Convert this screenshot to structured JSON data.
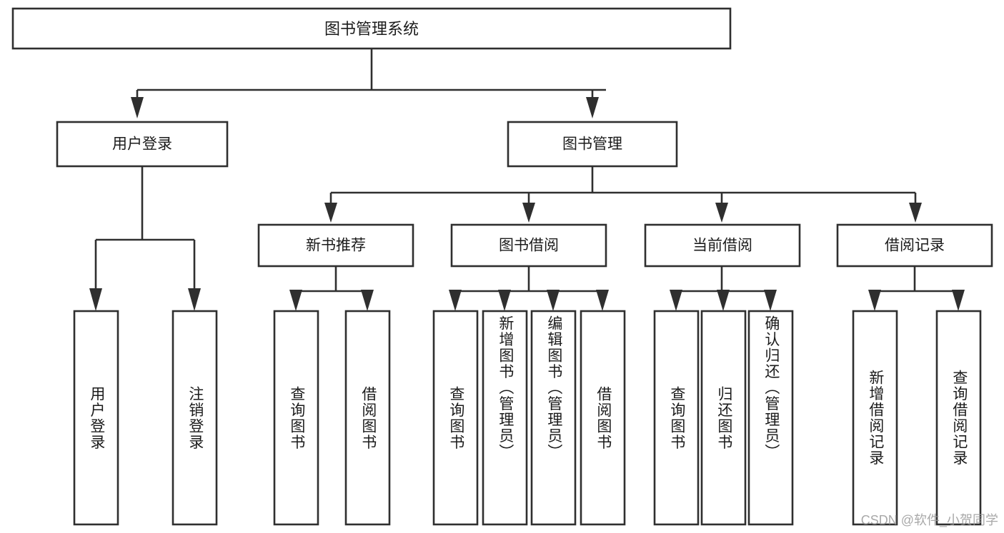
{
  "diagram": {
    "title": "图书管理系统",
    "type": "tree-hierarchy-chart",
    "watermark": "CSDN @软件_小贺同学",
    "colors": {
      "stroke": "#2f2f2f",
      "node_fill": "#ffffff",
      "text": "#1b1b1b",
      "background": "#ffffff",
      "watermark": "#9a9a9a"
    }
  },
  "nodes": {
    "root": {
      "label": "图书管理系统"
    },
    "level2": [
      {
        "id": "user-login",
        "label": "用户登录"
      },
      {
        "id": "book-manage",
        "label": "图书管理"
      }
    ],
    "level3": [
      {
        "id": "new-book-recommend",
        "label": "新书推荐"
      },
      {
        "id": "book-borrow",
        "label": "图书借阅"
      },
      {
        "id": "current-borrow",
        "label": "当前借阅"
      },
      {
        "id": "borrow-record",
        "label": "借阅记录"
      }
    ],
    "leaves": {
      "user-login": [
        {
          "id": "leaf-user-login",
          "label": "用户登录"
        },
        {
          "id": "leaf-logout-login",
          "label": "注销登录"
        }
      ],
      "new-book-recommend": [
        {
          "id": "leaf-query-book-1",
          "label": "查询图书"
        },
        {
          "id": "leaf-borrow-book-1",
          "label": "借阅图书"
        }
      ],
      "book-borrow": [
        {
          "id": "leaf-query-book-2",
          "label": "查询图书"
        },
        {
          "id": "leaf-add-book",
          "label": "新增图书（管理员）"
        },
        {
          "id": "leaf-edit-book",
          "label": "编辑图书（管理员）"
        },
        {
          "id": "leaf-borrow-book-2",
          "label": "借阅图书"
        }
      ],
      "current-borrow": [
        {
          "id": "leaf-query-book-3",
          "label": "查询图书"
        },
        {
          "id": "leaf-return-book",
          "label": "归还图书"
        },
        {
          "id": "leaf-confirm-return",
          "label": "确认归还（管理员）"
        }
      ],
      "borrow-record": [
        {
          "id": "leaf-add-record",
          "label": "新增借阅记录"
        },
        {
          "id": "leaf-query-record",
          "label": "查询借阅记录"
        }
      ]
    }
  },
  "chart_data": {
    "type": "table",
    "title": "图书管理系统 功能结构",
    "tree": {
      "name": "图书管理系统",
      "children": [
        {
          "name": "用户登录",
          "children": [
            {
              "name": "用户登录"
            },
            {
              "name": "注销登录"
            }
          ]
        },
        {
          "name": "图书管理",
          "children": [
            {
              "name": "新书推荐",
              "children": [
                {
                  "name": "查询图书"
                },
                {
                  "name": "借阅图书"
                }
              ]
            },
            {
              "name": "图书借阅",
              "children": [
                {
                  "name": "查询图书"
                },
                {
                  "name": "新增图书（管理员）"
                },
                {
                  "name": "编辑图书（管理员）"
                },
                {
                  "name": "借阅图书"
                }
              ]
            },
            {
              "name": "当前借阅",
              "children": [
                {
                  "name": "查询图书"
                },
                {
                  "name": "归还图书"
                },
                {
                  "name": "确认归还（管理员）"
                }
              ]
            },
            {
              "name": "借阅记录",
              "children": [
                {
                  "name": "新增借阅记录"
                },
                {
                  "name": "查询借阅记录"
                }
              ]
            }
          ]
        }
      ]
    }
  }
}
